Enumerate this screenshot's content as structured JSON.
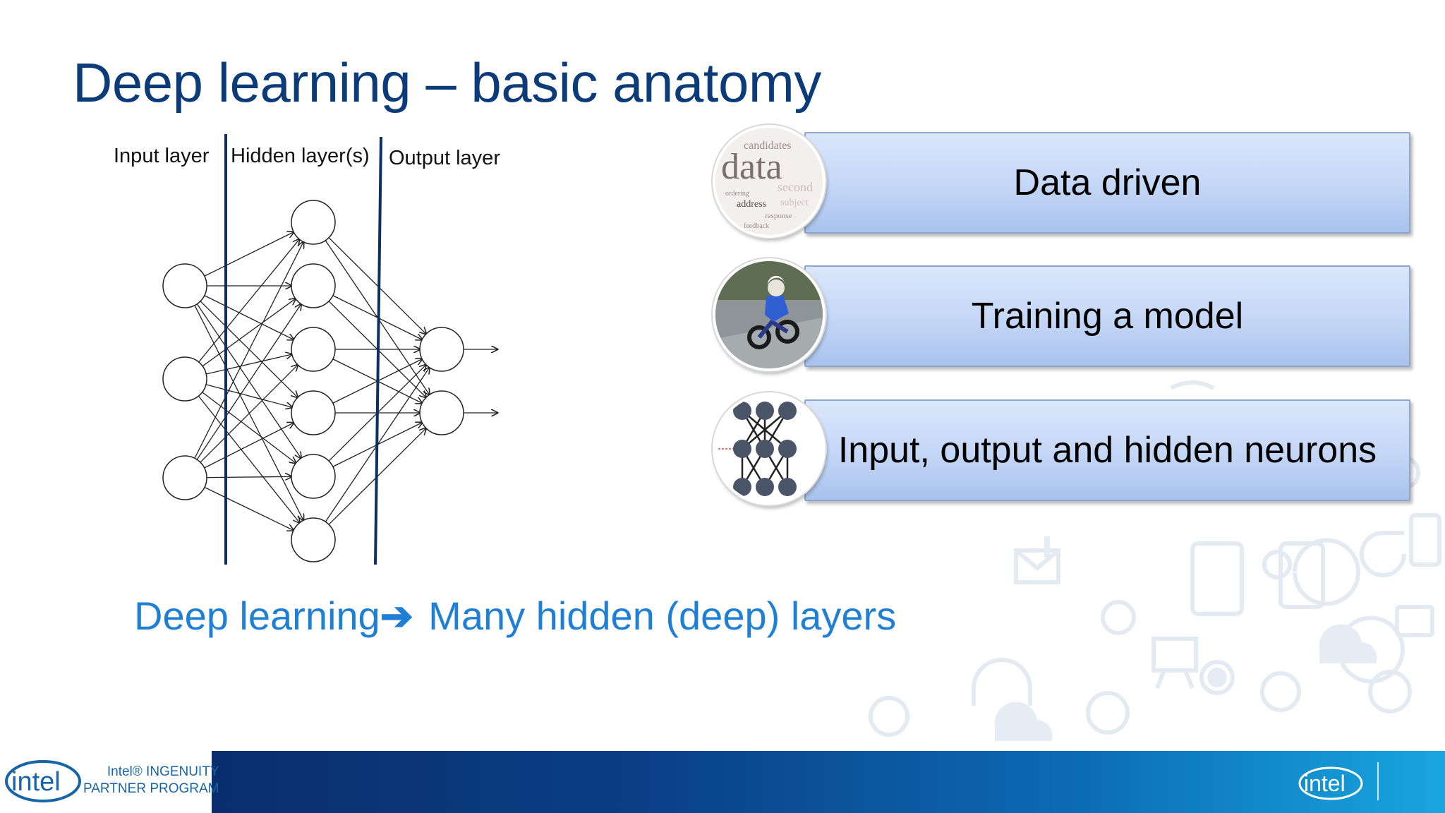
{
  "slide": {
    "title": "Deep learning – basic anatomy",
    "subtitle_left": "Deep learning",
    "subtitle_arrow": "➔",
    "subtitle_right": "Many hidden (deep) layers"
  },
  "network": {
    "input_label": "Input layer",
    "hidden_label": "Hidden layer(s)",
    "output_label": "Output layer"
  },
  "bullets": [
    {
      "label": "Data driven",
      "icon": "data-word-cloud-image"
    },
    {
      "label": "Training a model",
      "icon": "child-on-bicycle-image"
    },
    {
      "label": "Input, output and hidden neurons",
      "icon": "neural-network-icon"
    }
  ],
  "footer": {
    "brand": "intel",
    "program_line1": "Intel® INGENUITY",
    "program_line2": "PARTNER PROGRAM",
    "brand_right": "intel"
  },
  "colors": {
    "title": "#0b3b78",
    "subtitle": "#1e7fd4",
    "bar_top": "#dae6fb",
    "bar_bottom": "#a9c2ec",
    "footer_left": "#0a2e6c",
    "footer_right": "#18a6df"
  }
}
